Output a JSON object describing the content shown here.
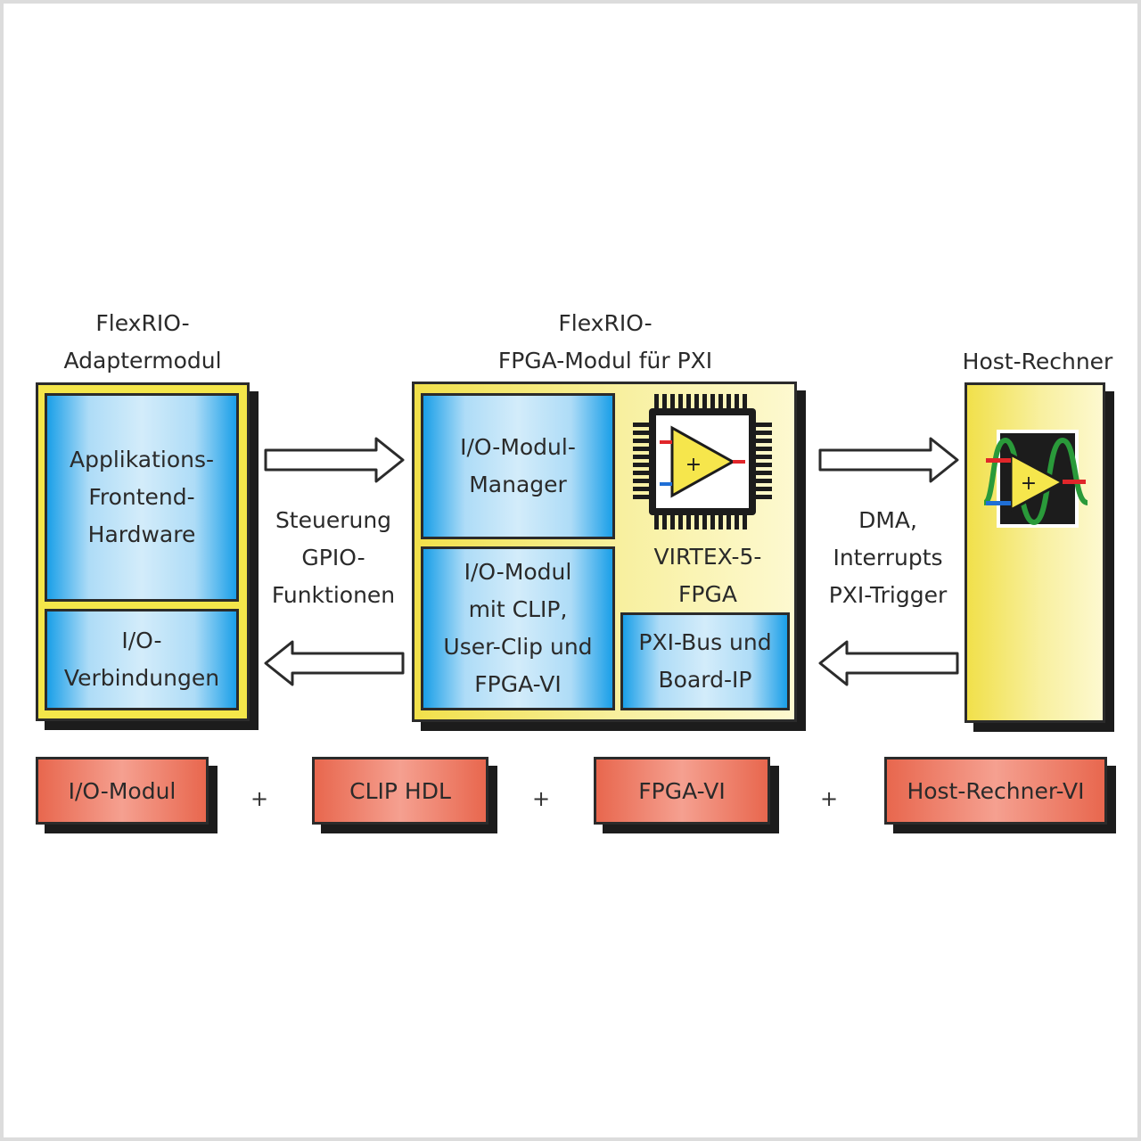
{
  "blocks": {
    "adapter": {
      "title": "FlexRIO-\nAdaptermodul",
      "frontend": "Applikations-\nFrontend-\nHardware",
      "io_connections": "I/O-\nVerbindungen"
    },
    "fpga_module": {
      "title": "FlexRIO-\nFPGA-Modul für PXI",
      "io_manager": "I/O-Modul-\nManager",
      "io_clip": "I/O-Modul\nmit CLIP,\nUser-Clip und\nFPGA-VI",
      "virtex": "VIRTEX-5-\nFPGA",
      "pxi_bus": "PXI-Bus und\nBoard-IP"
    },
    "host": {
      "title": "Host-Rechner"
    }
  },
  "arrows": {
    "left_label": "Steuerung\nGPIO-\nFunktionen",
    "right_label": "DMA,\nInterrupts\nPXI-Trigger"
  },
  "components": {
    "items": [
      "I/O-Modul",
      "CLIP HDL",
      "FPGA-VI",
      "Host-Rechner-VI"
    ],
    "separator": "+"
  },
  "icons": [
    "fpga-chip-icon",
    "labview-amplifier-icon"
  ],
  "colors": {
    "module_yellow": "#f4e64a",
    "inner_blue": "#1a9fe8",
    "component_red": "#e8674e",
    "shadow": "#1c1c1c"
  }
}
